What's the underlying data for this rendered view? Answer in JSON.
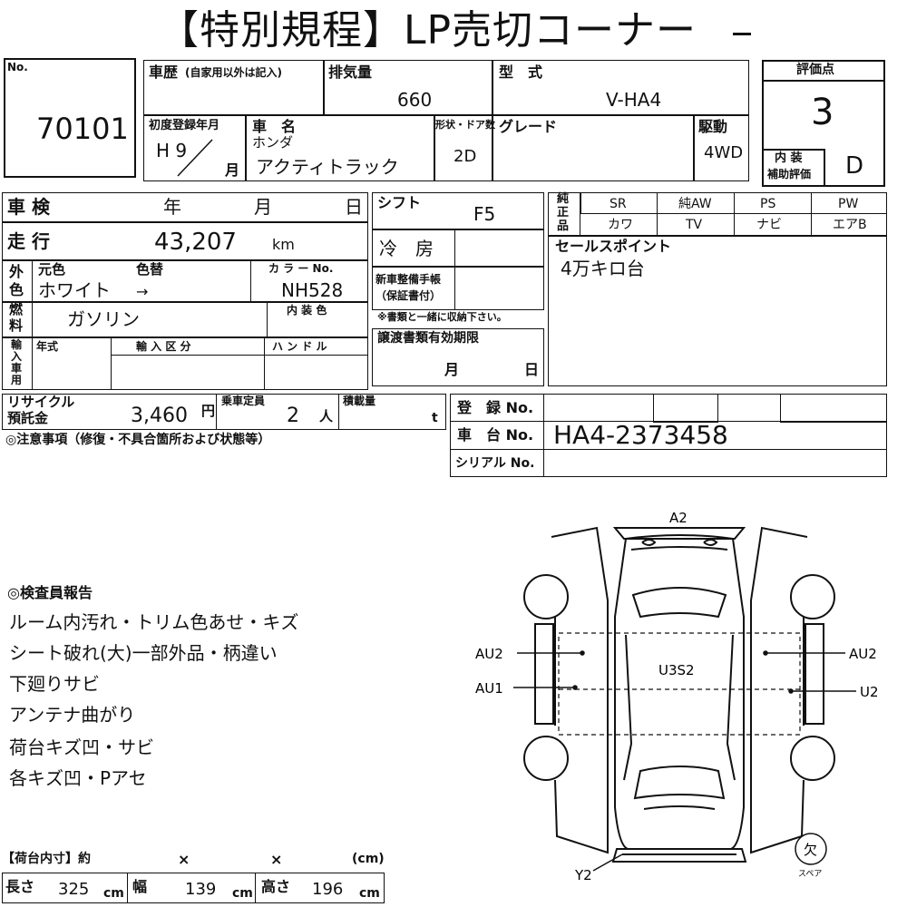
{
  "title": "【特別規程】LP売切コーナー",
  "header": {
    "no_label": "No.",
    "no_value": "70101",
    "history_label": "車歴",
    "history_note": "(自家用以外は記入)",
    "displacement_label": "排気量",
    "displacement_value": "660",
    "model_label": "型　式",
    "model_value": "V-HA4",
    "score_label": "評価点",
    "score_value": "3",
    "first_reg_label": "初度登録年月",
    "first_reg_year": "H 9",
    "first_reg_month_suffix": "月",
    "car_name_label": "車　名",
    "maker": "ホンダ",
    "car_name": "アクティトラック",
    "shape_label": "形状・ドア数",
    "shape_value": "2D",
    "grade_label": "グレード",
    "drive_label": "駆動",
    "drive_value": "4WD",
    "interior_label_1": "内 装",
    "interior_label_2": "補助評価",
    "interior_value": "D"
  },
  "details": {
    "shaken_label": "車 検",
    "year_label": "年",
    "month_label": "月",
    "day_label": "日",
    "mileage_label": "走 行",
    "mileage_value": "43,207",
    "mileage_unit": "km",
    "color_side_1": "外",
    "color_side_2": "色",
    "orig_color_label": "元色",
    "color_change_label": "色替",
    "orig_color_value": "ホワイト",
    "arrow": "→",
    "color_no_label": "カ ラ ー No.",
    "color_no_value": "NH528",
    "fuel_side_1": "燃",
    "fuel_side_2": "料",
    "fuel_value": "ガソリン",
    "interior_color_label": "内 装 色",
    "import_side": [
      "輸",
      "入",
      "車",
      "用"
    ],
    "import_year_label": "年式",
    "import_class_label": "輸 入 区 分",
    "handle_label": "ハ ン ド ル",
    "recycle_label_1": "リサイクル",
    "recycle_label_2": "預託金",
    "recycle_value": "3,460",
    "recycle_unit": "円",
    "capacity_label": "乗車定員",
    "capacity_value": "2",
    "capacity_unit": "人",
    "load_label": "積載量",
    "load_unit": "t",
    "caution_label": "◎注意事項（修復・不具合箇所および状態等）"
  },
  "middle": {
    "shift_label": "シフト",
    "shift_value": "F5",
    "aircon_label": "冷　房",
    "warranty_label_1": "新車整備手帳",
    "warranty_label_2": "（保証書付）",
    "warranty_note": "※書類と一緒に収納下さい。",
    "transfer_label": "譲渡書類有効期限",
    "transfer_month": "月",
    "transfer_day": "日"
  },
  "equipment": {
    "side_label": [
      "純",
      "正",
      "品"
    ],
    "items": [
      {
        "name": "SR",
        "value": "カワ"
      },
      {
        "name": "純AW",
        "value": "TV"
      },
      {
        "name": "PS",
        "value": "ナビ"
      },
      {
        "name": "PW",
        "value": "エアB"
      }
    ]
  },
  "sales": {
    "label": "セールスポイント",
    "value": "4万キロ台"
  },
  "registration": {
    "reg_label": "登　録 No.",
    "chassis_label": "車　台 No.",
    "chassis_value": "HA4-2373458",
    "serial_label": "シリアル No."
  },
  "inspector": {
    "title": "◎検査員報告",
    "lines": [
      "ルーム内汚れ・トリム色あせ・キズ",
      "シート破れ(大)一部外品・柄違い",
      "下廻りサビ",
      "アンテナ曲がり",
      "荷台キズ凹・サビ",
      "各キズ凹・Pアセ"
    ]
  },
  "diagram": {
    "top": "A2",
    "left_upper": "AU2",
    "left_lower": "AU1",
    "right_upper": "AU2",
    "right_lower": "U2",
    "center": "U3S2",
    "bottom": "Y2",
    "spare_glyph": "欠",
    "spare_label": "スペア"
  },
  "cargo": {
    "title": "【荷台内寸】約",
    "times": "×",
    "unit_paren": "(cm)",
    "length_label": "長さ",
    "length_value": "325",
    "width_label": "幅",
    "width_value": "139",
    "height_label": "高さ",
    "height_value": "196",
    "cm": "cm"
  }
}
